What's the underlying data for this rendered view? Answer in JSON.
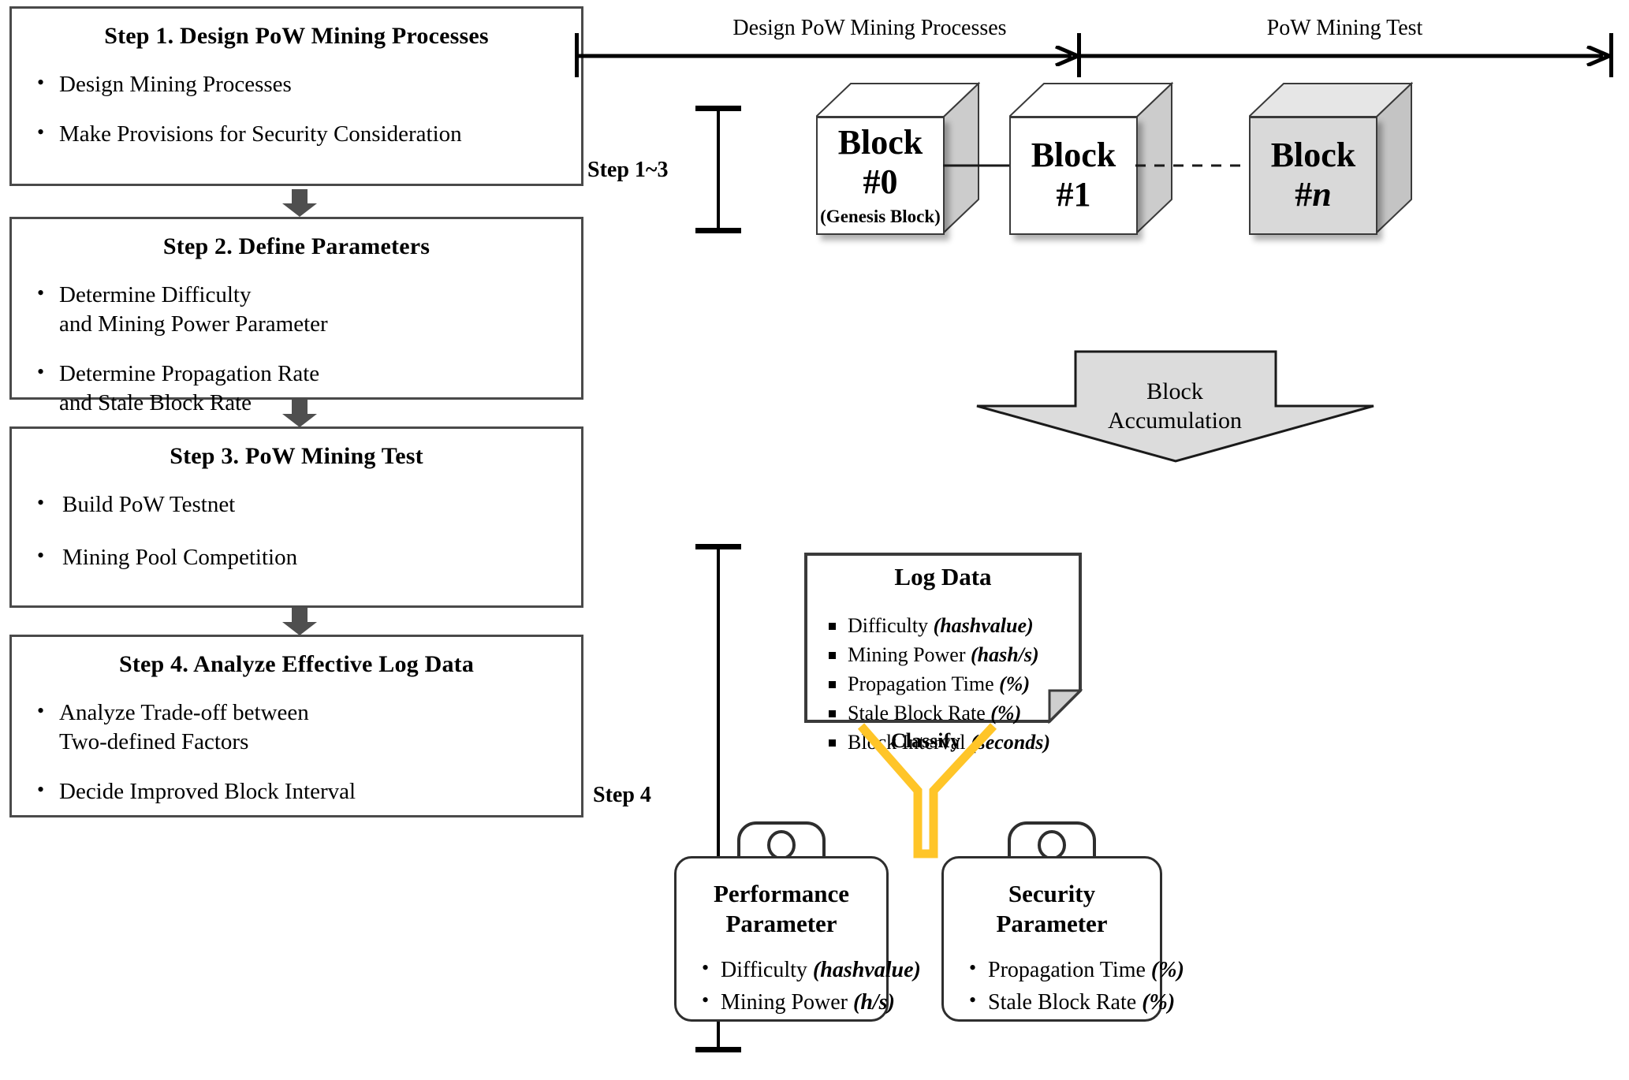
{
  "left_flow": {
    "steps": [
      {
        "title": "Step 1. Design PoW Mining Processes",
        "bullets": [
          "Design Mining Processes",
          "Make Provisions for Security Consideration"
        ]
      },
      {
        "title": "Step 2. Define Parameters",
        "bullets": [
          "Determine Difficulty\nand Mining Power Parameter",
          "Determine Propagation Rate\nand Stale Block Rate"
        ]
      },
      {
        "title": "Step 3. PoW Mining Test",
        "bullets": [
          "Build PoW Testnet",
          "Mining Pool Competition"
        ]
      },
      {
        "title": "Step 4. Analyze Effective Log Data",
        "bullets": [
          "Analyze Trade-off between\nTwo-defined Factors",
          "Decide Improved Block Interval"
        ]
      }
    ]
  },
  "right_flow": {
    "phases": [
      {
        "label": "Design PoW Mining Processes"
      },
      {
        "label": "PoW Mining Test"
      }
    ],
    "brackets": [
      {
        "label": "Step 1~3"
      },
      {
        "label": "Step 4"
      }
    ],
    "chain": {
      "blocks": [
        {
          "word": "Block",
          "num": "#0",
          "sub": "(Genesis Block)",
          "shade": "white"
        },
        {
          "word": "Block",
          "num": "#1",
          "sub": "",
          "shade": "white"
        },
        {
          "word": "Block",
          "num": "#n",
          "sub": "",
          "shade": "gray"
        }
      ],
      "connector_solid": "solid-arrow",
      "connector_dashed": "dashed-arrow"
    },
    "accumulation_arrow": {
      "label": "Block\nAccumulation"
    },
    "log_data": {
      "title": "Log Data",
      "items": [
        {
          "name": "Difficulty",
          "unit": "(hashvalue)"
        },
        {
          "name": "Mining Power",
          "unit": "(hash/s)"
        },
        {
          "name": "Propagation Time",
          "unit": "(%)"
        },
        {
          "name": "Stale Block Rate",
          "unit": "(%)"
        },
        {
          "name": "Block Interval",
          "unit": "(seconds)"
        }
      ]
    },
    "classify": {
      "label": "Classify",
      "color": "#FFC528"
    },
    "parameter_cases": [
      {
        "title": "Performance\nParameter",
        "items": [
          {
            "name": "Difficulty",
            "unit": "(hashvalue)"
          },
          {
            "name": "Mining Power",
            "unit": "(h/s)"
          }
        ]
      },
      {
        "title": "Security\nParameter",
        "items": [
          {
            "name": "Propagation Time",
            "unit": "(%)"
          },
          {
            "name": "Stale Block Rate",
            "unit": "(%)"
          }
        ]
      }
    ]
  },
  "colors": {
    "box_border": "#4a4a4a",
    "cube_side": "#cccccc",
    "cube_shade_gray": "#d9d9d9",
    "accum_fill": "#dcdcdc",
    "funnel": "#FFC528",
    "arrow_gray": "#4f4f4f"
  }
}
